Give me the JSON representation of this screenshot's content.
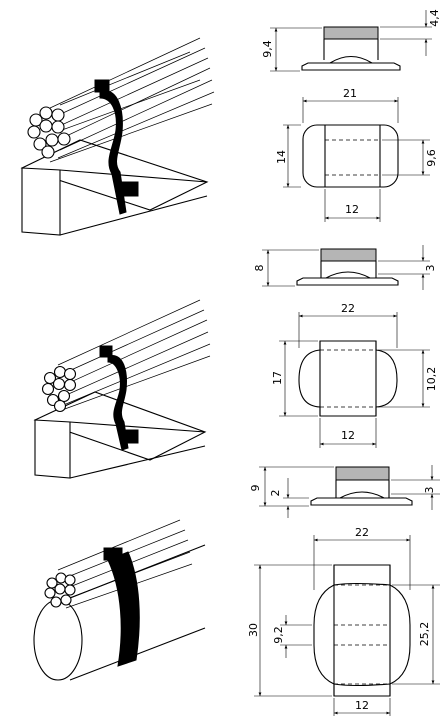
{
  "view1": {
    "height": "9,4",
    "top": "4,4",
    "length": "21",
    "width": "14",
    "inner": "9,6",
    "band": "12"
  },
  "view2": {
    "height": "8",
    "top": "3",
    "length": "22",
    "width": "17",
    "inner": "10,2",
    "band": "12"
  },
  "view3": {
    "height": "9",
    "base": "2",
    "top": "3",
    "length": "22",
    "width": "30",
    "slot": "9,2",
    "inner": "25,2",
    "band": "12"
  }
}
